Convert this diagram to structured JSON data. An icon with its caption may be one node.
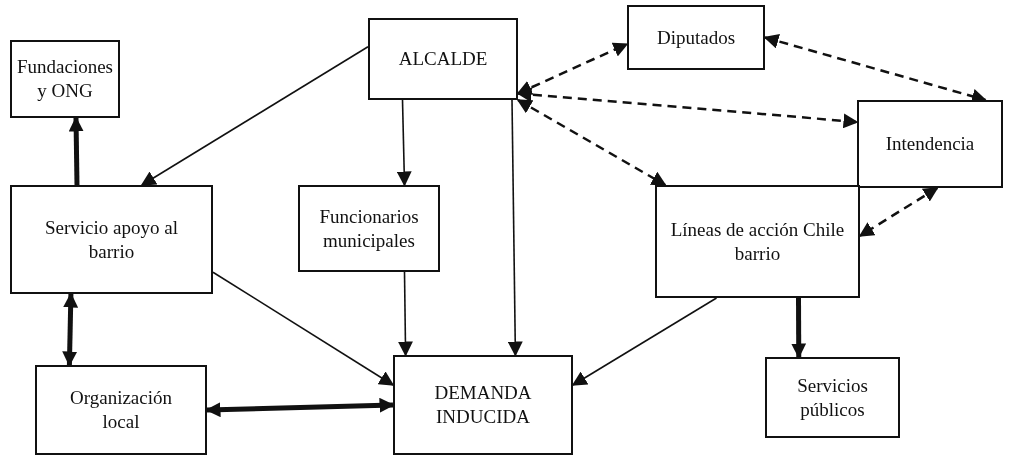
{
  "diagram": {
    "nodes": [
      {
        "text": [
          "Fundaciones y ONG"
        ]
      },
      {
        "text": [
          "ALCALDE"
        ]
      },
      {
        "text": [
          "Diputados"
        ]
      },
      {
        "text": [
          "Intendencia"
        ]
      },
      {
        "text": [
          "Servicio apoyo al barrio"
        ]
      },
      {
        "text": [
          "Funcionarios municipales"
        ]
      },
      {
        "text": [
          "Líneas de acción Chile barrio"
        ]
      },
      {
        "text": [
          "Servicios públicos"
        ]
      },
      {
        "text": [
          "Organización local"
        ]
      },
      {
        "text": [
          "DEMANDA INDUCIDA"
        ]
      }
    ],
    "edges": [
      {
        "from": 1,
        "to": 4,
        "arrow": "to"
      },
      {
        "from": 4,
        "to": 0,
        "arrow": "to",
        "style": "thick"
      },
      {
        "from": 1,
        "to": 5,
        "arrow": "to"
      },
      {
        "from": 1,
        "to": 9,
        "arrow": "to"
      },
      {
        "from": 1,
        "to": 2,
        "arrow": "both",
        "style": "dashed"
      },
      {
        "from": 1,
        "to": 3,
        "arrow": "both",
        "style": "dashed"
      },
      {
        "from": 1,
        "to": 6,
        "arrow": "both",
        "style": "dashed"
      },
      {
        "from": 2,
        "to": 3,
        "arrow": "both",
        "style": "dashed"
      },
      {
        "from": 3,
        "to": 6,
        "arrow": "both",
        "style": "dashed"
      },
      {
        "from": 4,
        "to": 8,
        "arrow": "both",
        "style": "thick"
      },
      {
        "from": 4,
        "to": 9,
        "arrow": "to"
      },
      {
        "from": 5,
        "to": 9,
        "arrow": "to"
      },
      {
        "from": 6,
        "to": 9,
        "arrow": "to"
      },
      {
        "from": 6,
        "to": 7,
        "arrow": "to",
        "style": "thick"
      },
      {
        "from": 8,
        "to": 9,
        "arrow": "both",
        "style": "thick"
      }
    ]
  }
}
